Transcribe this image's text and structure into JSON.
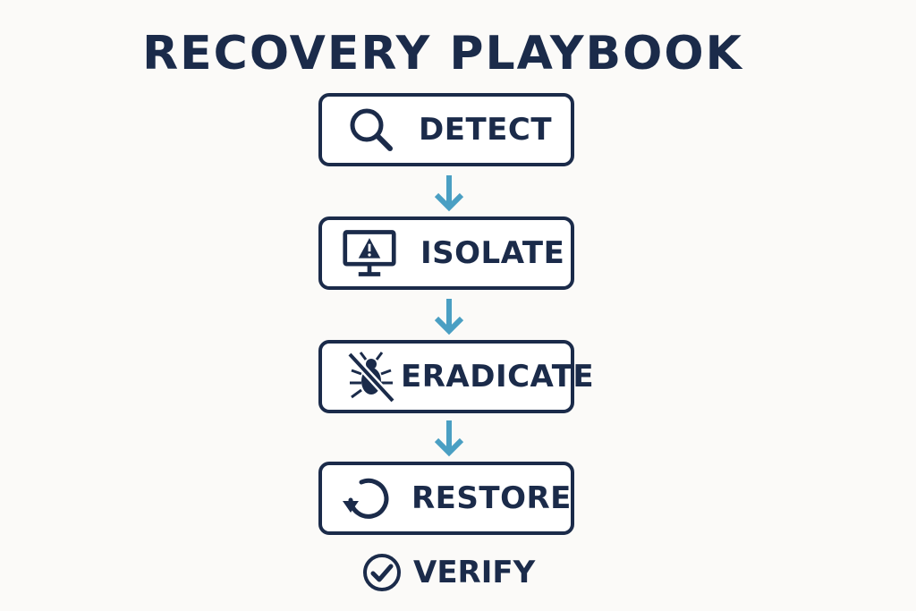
{
  "title": "RECOVERY PLAYBOOK",
  "colors": {
    "ink": "#1b2b4a",
    "arrow": "#4a9fc3",
    "background": "#fbfaf8"
  },
  "steps": [
    {
      "label": "DETECT",
      "icon": "magnifying-glass-icon"
    },
    {
      "label": "ISOLATE",
      "icon": "monitor-warning-icon"
    },
    {
      "label": "ERADICATE",
      "icon": "bug-crossed-out-icon"
    },
    {
      "label": "RESTORE",
      "icon": "refresh-arrow-icon"
    }
  ],
  "final_step": {
    "label": "VERIFY",
    "icon": "check-circle-icon"
  }
}
